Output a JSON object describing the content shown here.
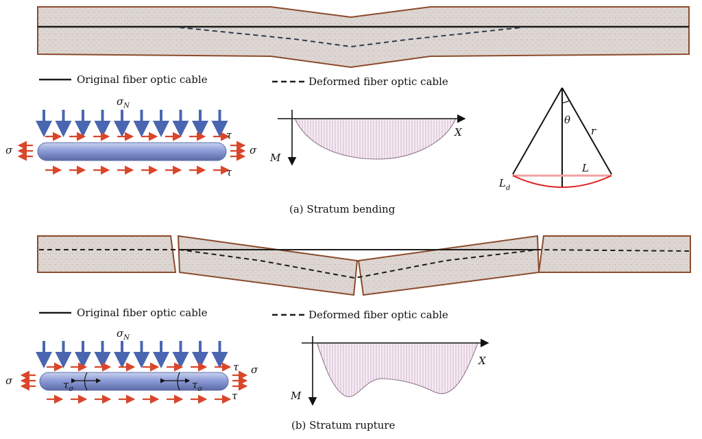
{
  "panel_a": {
    "caption": "(a) Stratum bending",
    "legend": {
      "original": "Original fiber optic cable",
      "deformed": "Deformed  fiber optic cable"
    },
    "symbols": {
      "sigma_n": "σ",
      "sigma_n_sub": "N",
      "tau_top": "τ",
      "tau_bottom": "τ",
      "sigma_left": "σ",
      "sigma_right": "σ"
    },
    "moment": {
      "x_label": "X",
      "y_label": "M"
    },
    "geometry": {
      "theta": "θ",
      "r": "r",
      "L": "L",
      "Ld": "L",
      "Ld_sub": "d"
    }
  },
  "panel_b": {
    "caption": "(b) Stratum rupture",
    "legend": {
      "original": "Original fiber optic cable",
      "deformed": "Deformed  fiber optic cable"
    },
    "symbols": {
      "sigma_n": "σ",
      "sigma_n_sub": "N",
      "tau_top": "τ",
      "tau_bottom": "τ",
      "sigma_left": "σ",
      "sigma_right": "σ",
      "tau_sigma": "τ",
      "tau_sigma_sub": "σ"
    },
    "moment": {
      "x_label": "X",
      "y_label": "M"
    }
  },
  "colors": {
    "stratum_fill": "#d9d2cf",
    "stratum_border": "#8b4a2b",
    "cable": "#1a1a1a",
    "deformed": "#2e3a4e",
    "down_arrow": "#4a66b0",
    "shear_arrow": "#d9462a",
    "rod": "#8898d0",
    "moment_fill": "#f3e6f0",
    "moment_hatch": "#c8a8c8",
    "arc": "#e02020",
    "chord": "#f0a0a0"
  }
}
